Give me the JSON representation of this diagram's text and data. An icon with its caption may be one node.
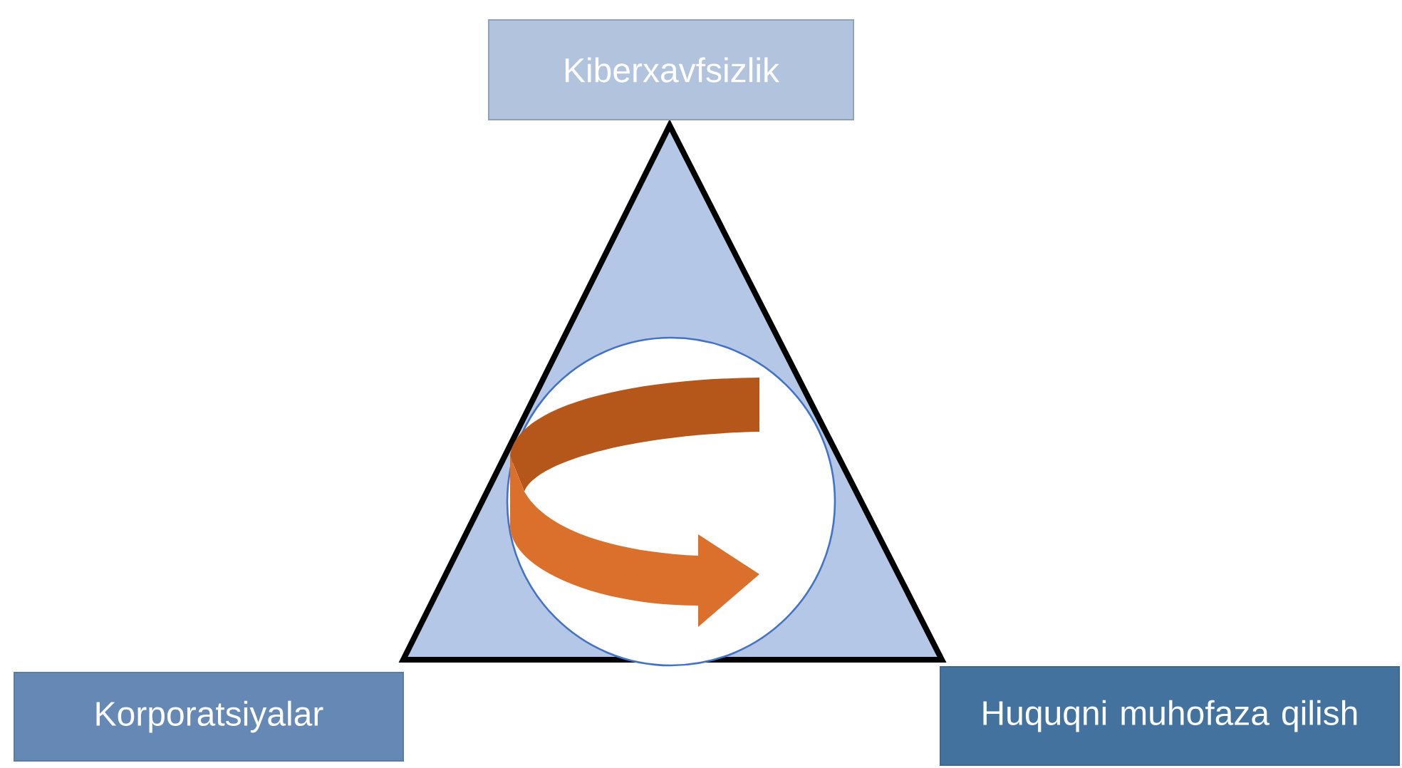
{
  "diagram": {
    "nodes": [
      {
        "text": [
          "Kiberxavfsizlik"
        ]
      },
      {
        "text": [
          "Korporatsiyalar"
        ]
      },
      {
        "text": [
          "Huquqni muhofaza qilish"
        ]
      }
    ]
  }
}
